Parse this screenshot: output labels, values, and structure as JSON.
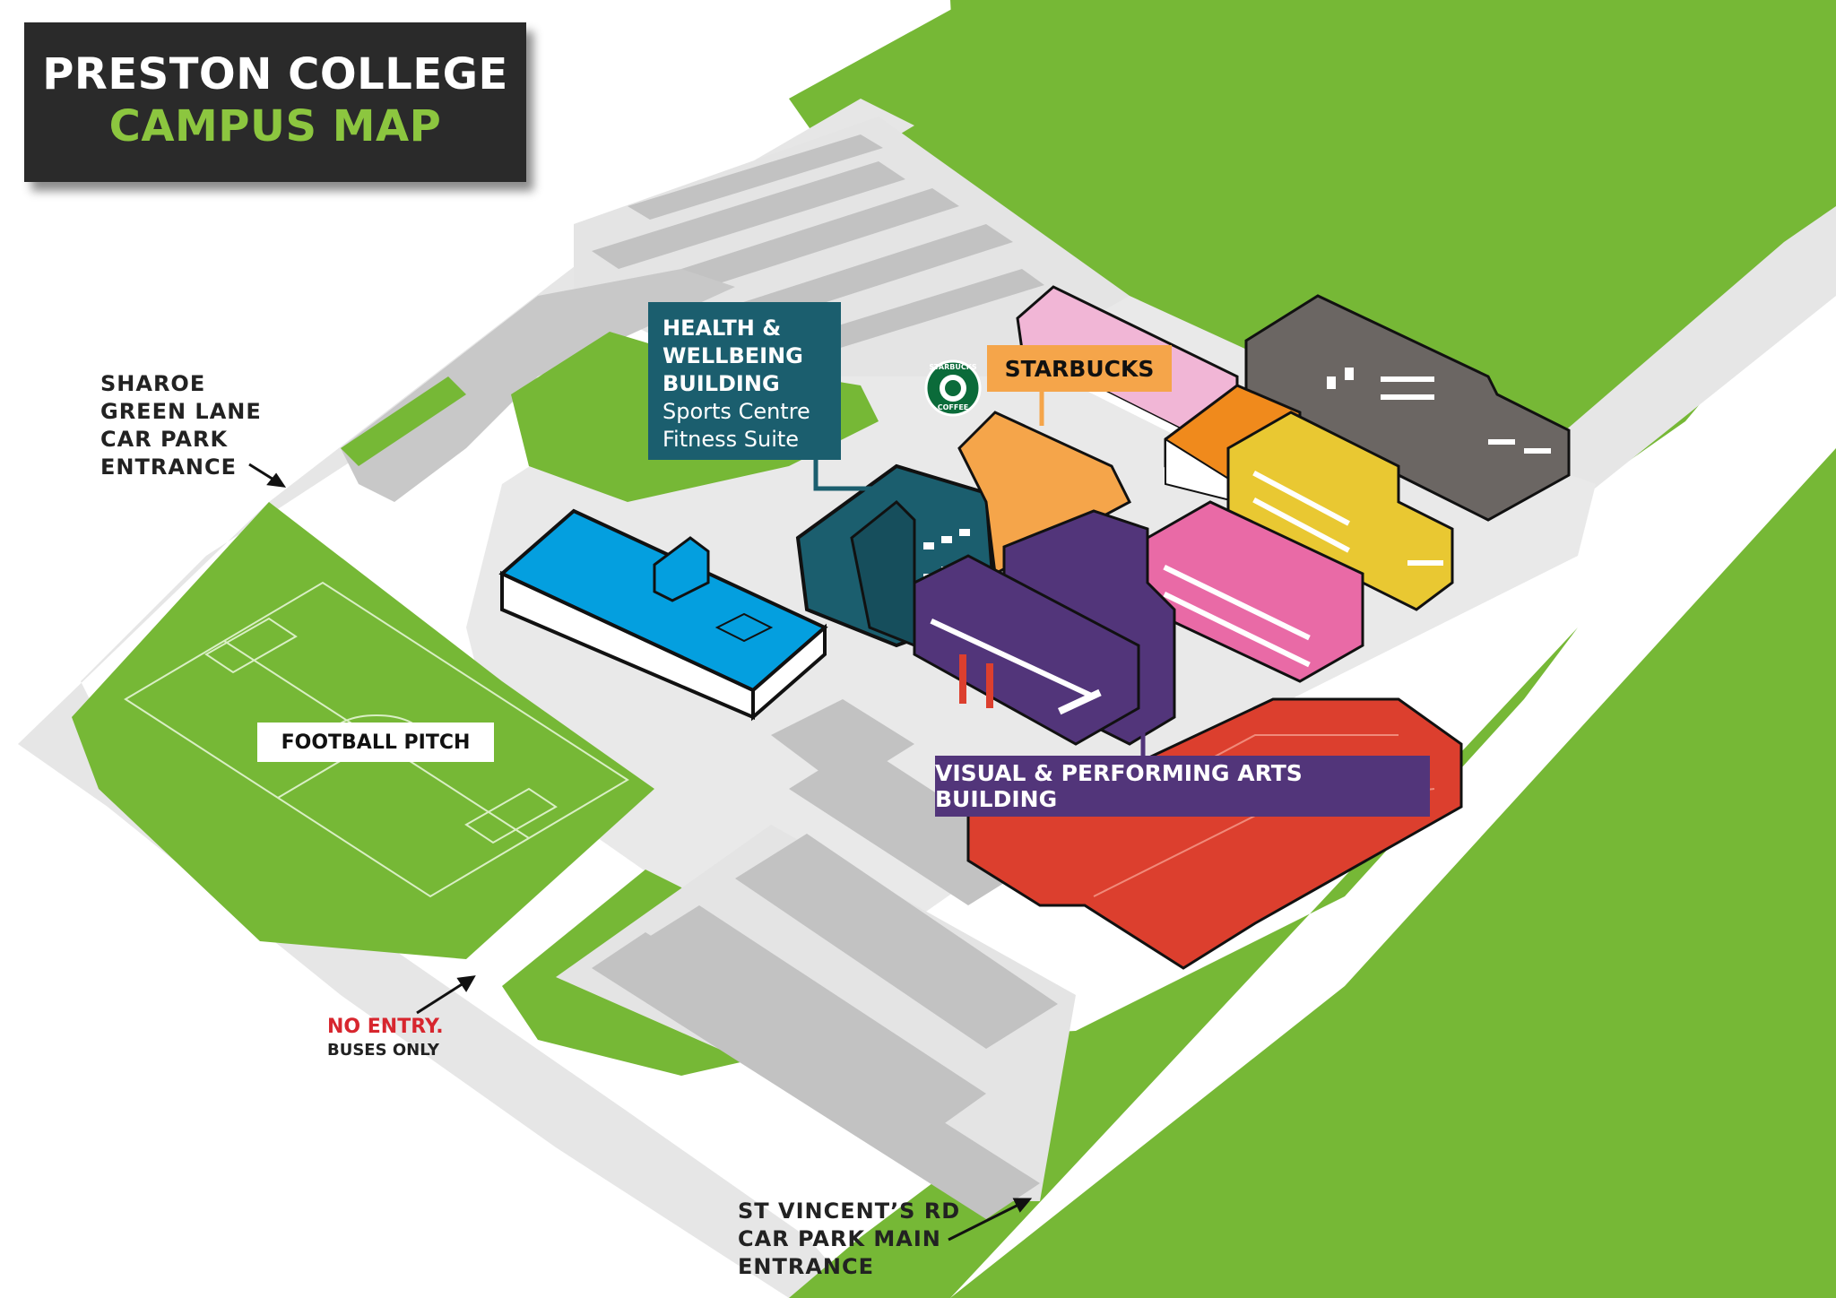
{
  "title": {
    "line1": "PRESTON COLLEGE",
    "line2": "CAMPUS MAP"
  },
  "buildings": {
    "health": {
      "name_lines": [
        "HEALTH &",
        "WELLBEING",
        "BUILDING"
      ],
      "sub_lines": [
        "Sports Centre",
        "Fitness Suite"
      ],
      "color": "#1b5e6e"
    },
    "starbucks": {
      "name": "STARBUCKS",
      "color": "#f5a54a",
      "logo_text_top": "STARBUCKS",
      "logo_text_bottom": "COFFEE"
    },
    "vpa": {
      "name": "VISUAL & PERFORMING ARTS BUILDING",
      "color": "#52357a"
    },
    "pitch": {
      "name": "FOOTBALL PITCH"
    }
  },
  "entrances": {
    "sharoe": [
      "SHAROE",
      "GREEN LANE",
      "CAR PARK",
      "ENTRANCE"
    ],
    "no_entry": {
      "warning": "NO ENTRY.",
      "note": "BUSES ONLY"
    },
    "st_vincent": [
      "ST VINCENT’S RD",
      "CAR PARK MAIN",
      "ENTRANCE"
    ]
  },
  "colors": {
    "grass": "#76b836",
    "road": "#e6e6e6",
    "parking": "#bdbdbd",
    "blue_building": "#049fdf",
    "gray_building": "#6b6663",
    "pink_building": "#e96aa6",
    "light_pink_building": "#f1b6d6",
    "yellow_building": "#e9c832",
    "orange_building": "#f08a1c",
    "red_building": "#dc3f2e",
    "title_green": "#8cc63f"
  }
}
